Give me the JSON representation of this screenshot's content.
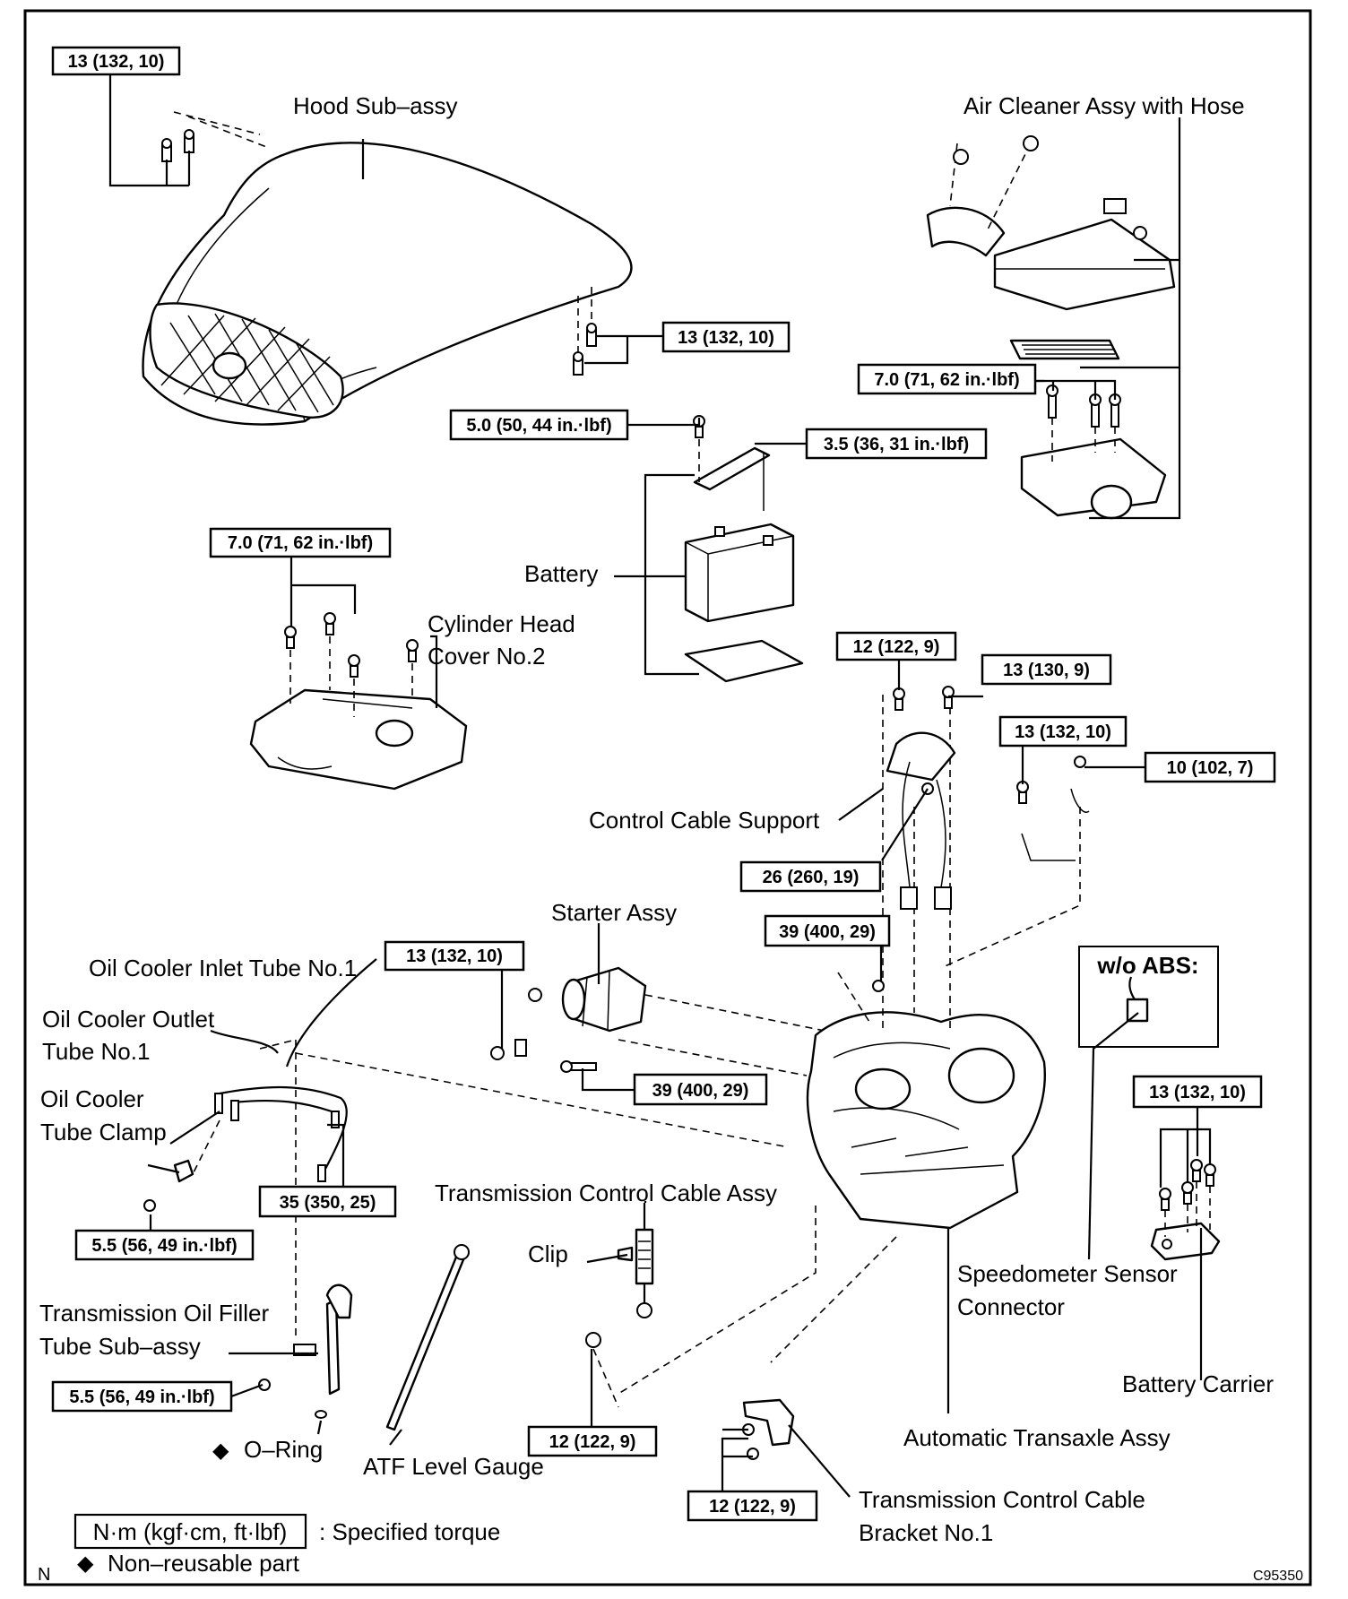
{
  "labels": {
    "hood": "Hood Sub–assy",
    "air_cleaner": "Air Cleaner Assy with Hose",
    "battery": "Battery",
    "cyl_head_1": "Cylinder Head",
    "cyl_head_2": "Cover No.2",
    "control_cable_support": "Control Cable Support",
    "starter": "Starter Assy",
    "oil_cooler_inlet": "Oil Cooler Inlet Tube No.1",
    "oil_cooler_outlet_1": "Oil Cooler Outlet",
    "oil_cooler_outlet_2": "Tube No.1",
    "oil_cooler_clamp_1": "Oil Cooler",
    "oil_cooler_clamp_2": "Tube Clamp",
    "trans_control_cable": "Transmission Control Cable Assy",
    "clip": "Clip",
    "filler_tube_1": "Transmission Oil Filler",
    "filler_tube_2": "Tube Sub–assy",
    "o_ring": "O–Ring",
    "atf_gauge": "ATF Level Gauge",
    "speedo_1": "Speedometer Sensor",
    "speedo_2": "Connector",
    "battery_carrier": "Battery Carrier",
    "transaxle": "Automatic Transaxle Assy",
    "bracket_1": "Transmission Control Cable",
    "bracket_2": "Bracket No.1",
    "wo_abs": "w/o ABS:"
  },
  "torques": {
    "t_hood_top": "13 (132, 10)",
    "t_hood_side": "13 (132, 10)",
    "t_air_cleaner": "7.0 (71, 62 in.·lbf)",
    "t_battery_clamp": "5.0 (50, 44 in.·lbf)",
    "t_battery_terminal": "3.5 (36, 31 in.·lbf)",
    "t_cyl_cover": "7.0 (71, 62 in.·lbf)",
    "t_12_122_a": "12 (122, 9)",
    "t_13_130": "13 (130, 9)",
    "t_13_132_mid": "13 (132, 10)",
    "t_10_102": "10 (102, 7)",
    "t_26_260": "26 (260, 19)",
    "t_39_400_a": "39 (400, 29)",
    "t_13_132_starter": "13 (132, 10)",
    "t_39_400_b": "39 (400, 29)",
    "t_35_350": "35 (350, 25)",
    "t_5_5_a": "5.5 (56, 49 in.·lbf)",
    "t_5_5_b": "5.5 (56, 49 in.·lbf)",
    "t_12_122_b": "12 (122, 9)",
    "t_12_122_c": "12 (122, 9)",
    "t_13_132_carrier": "13 (132, 10)"
  },
  "legend": {
    "unit_box": "N·m (kgf·cm, ft·lbf)",
    "specified": ": Specified torque",
    "diamond": "◆",
    "non_reusable": "Non–reusable part"
  },
  "footer": {
    "left_code": "N",
    "figure_code": "C95350"
  }
}
